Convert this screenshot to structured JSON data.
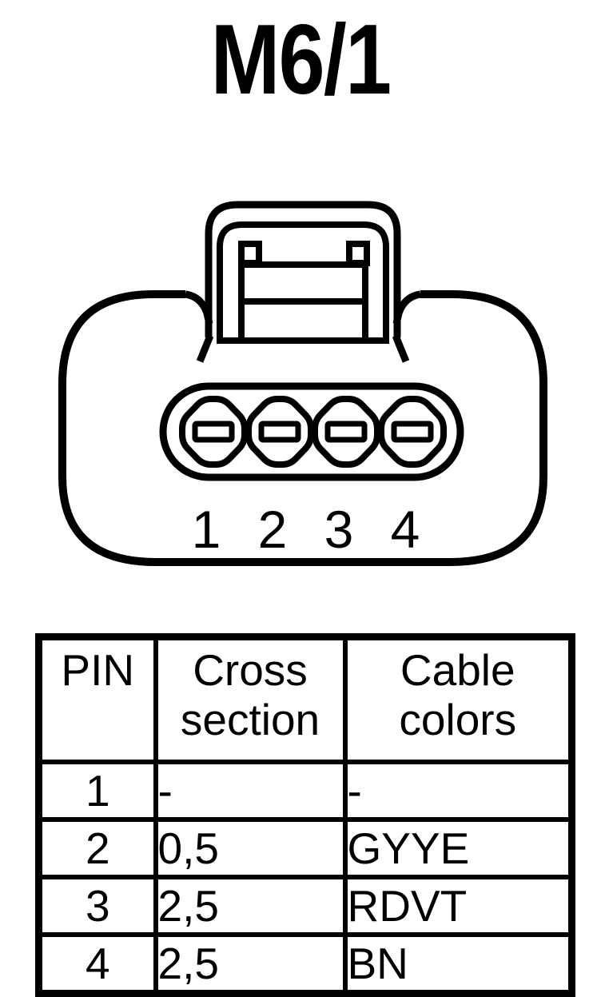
{
  "title": "M6/1",
  "connector": {
    "pins": [
      "1",
      "2",
      "3",
      "4"
    ]
  },
  "table": {
    "columns": [
      "PIN",
      "Cross section",
      "Cable colors"
    ],
    "rows": [
      {
        "pin": "1",
        "cross_section": "-",
        "cable_colors": "-"
      },
      {
        "pin": "2",
        "cross_section": "0,5",
        "cable_colors": "GYYE"
      },
      {
        "pin": "3",
        "cross_section": "2,5",
        "cable_colors": "RDVT"
      },
      {
        "pin": "4",
        "cross_section": "2,5",
        "cable_colors": "BN"
      }
    ]
  },
  "colors": {
    "ink": "#000000",
    "background": "#ffffff"
  }
}
